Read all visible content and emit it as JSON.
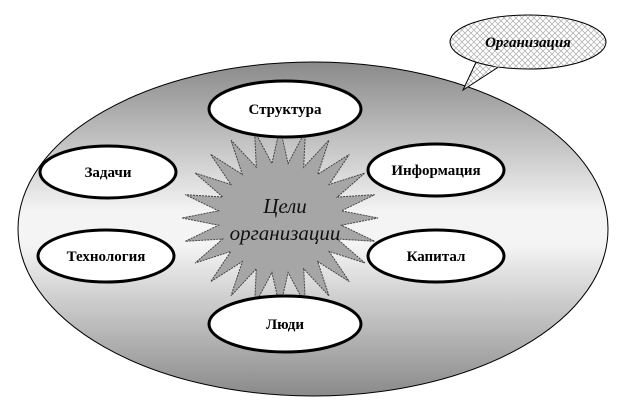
{
  "diagram": {
    "callout": "Организация",
    "center": {
      "line1": "Цели",
      "line2": "организации"
    },
    "nodes": [
      {
        "id": "structure",
        "label": "Структура"
      },
      {
        "id": "tasks",
        "label": "Задачи"
      },
      {
        "id": "information",
        "label": "Информация"
      },
      {
        "id": "technology",
        "label": "Технология"
      },
      {
        "id": "capital",
        "label": "Капитал"
      },
      {
        "id": "people",
        "label": "Люди"
      }
    ]
  }
}
